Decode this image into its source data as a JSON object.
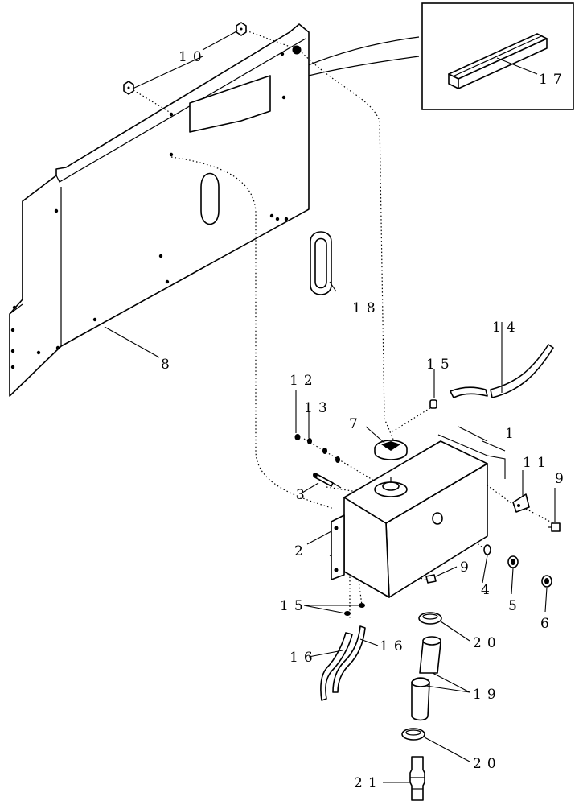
{
  "callouts": {
    "p1": "1",
    "p2": "2",
    "p3": "3",
    "p4": "4",
    "p5": "5",
    "p6": "6",
    "p7": "7",
    "p8": "8",
    "p9a": "9",
    "p9b": "9",
    "p10": "10",
    "p11": "11",
    "p12": "12",
    "p13": "13",
    "p14": "14",
    "p15a": "15",
    "p15b": "15",
    "p16a": "16",
    "p16b": "16",
    "p17": "17",
    "p18": "18",
    "p19": "19",
    "p20a": "20",
    "p20b": "20",
    "p21": "21"
  }
}
